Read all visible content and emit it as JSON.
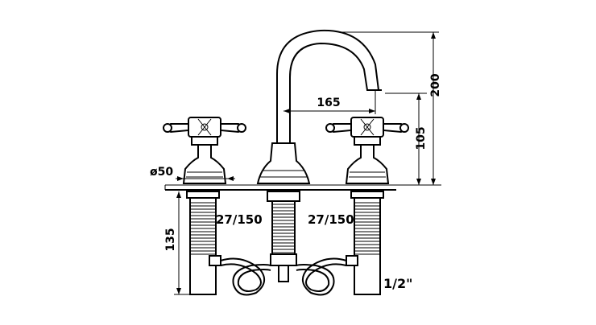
{
  "drawing": {
    "dimensions": {
      "total_height": "200",
      "spout_height": "105",
      "spout_reach": "165",
      "base_diameter": "ø50",
      "shank_length": "135",
      "left_thread": "27/150",
      "right_thread": "27/150",
      "connection": "1/2\""
    }
  }
}
